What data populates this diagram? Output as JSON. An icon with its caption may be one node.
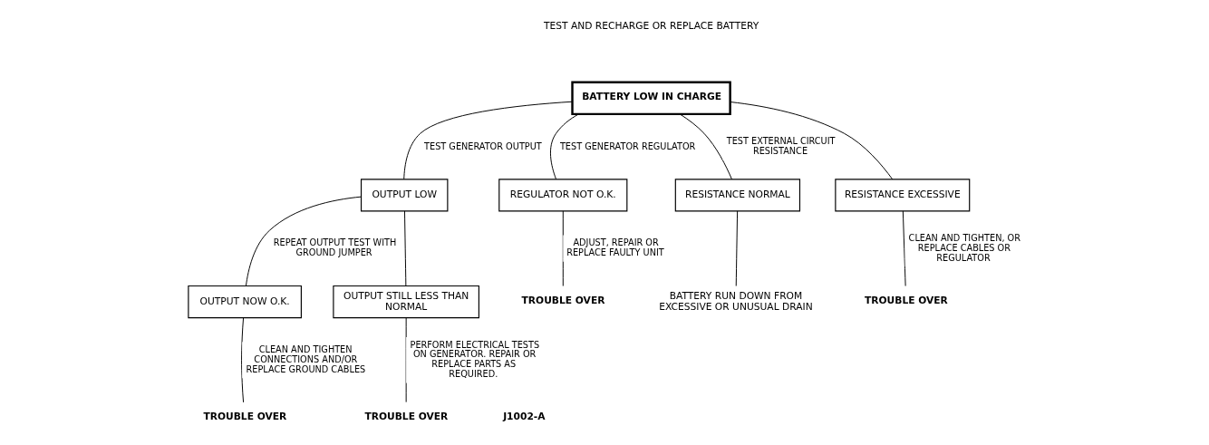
{
  "diagram": {
    "nodes": [
      {
        "text": [
          "BATTERY LOW IN CHARGE"
        ]
      },
      {
        "text": [
          "OUTPUT LOW"
        ]
      },
      {
        "text": [
          "REGULATOR NOT O.K."
        ]
      },
      {
        "text": [
          "RESISTANCE NORMAL"
        ]
      },
      {
        "text": [
          "RESISTANCE EXCESSIVE"
        ]
      },
      {
        "text": [
          "TROUBLE OVER"
        ]
      },
      {
        "text": [
          "BATTERY RUN DOWN FROM EXCESSIVE OR UNUSUAL DRAIN"
        ]
      },
      {
        "text": [
          "TROUBLE OVER"
        ]
      },
      {
        "text": [
          "OUTPUT NOW O.K."
        ]
      },
      {
        "text": [
          "OUTPUT STILL LESS THAN NORMAL"
        ]
      },
      {
        "text": [
          "TROUBLE OVER"
        ]
      },
      {
        "text": [
          "TROUBLE OVER"
        ]
      }
    ],
    "edges": [
      {
        "from": 0,
        "to": 1,
        "arrow": "none",
        "label": "TEST GENERATOR OUTPUT"
      },
      {
        "from": 0,
        "to": 2,
        "arrow": "none",
        "label": "TEST GENERATOR REGULATOR"
      },
      {
        "from": 0,
        "to": 3,
        "arrow": "none",
        "label": "TEST EXTERNAL CIRCUIT RESISTANCE"
      },
      {
        "from": 0,
        "to": 4,
        "arrow": "none"
      },
      {
        "from": 2,
        "to": 5,
        "arrow": "none",
        "label": "ADJUST, REPAIR OR REPLACE FAULTY UNIT"
      },
      {
        "from": 3,
        "to": 6,
        "arrow": "none"
      },
      {
        "from": 4,
        "to": 7,
        "arrow": "none",
        "label": "CLEAN AND TIGHTEN, OR REPLACE CABLES OR REGULATOR"
      },
      {
        "from": 1,
        "to": 8,
        "arrow": "none",
        "label": "REPEAT OUTPUT TEST WITH GROUND JUMPER"
      },
      {
        "from": 1,
        "to": 9,
        "arrow": "none"
      },
      {
        "from": 8,
        "to": 10,
        "arrow": "none",
        "label": "CLEAN AND TIGHTEN CONNECTIONS AND/OR REPLACE GROUND CABLES"
      },
      {
        "from": 9,
        "to": 11,
        "arrow": "none",
        "label": "PERFORM ELECTRICAL TESTS ON GENERATOR. REPAIR OR REPLACE PARTS AS REQUIRED."
      }
    ],
    "labels": [
      "TEST AND RECHARGE OR REPLACE BATTERY",
      "J1002-A"
    ]
  }
}
